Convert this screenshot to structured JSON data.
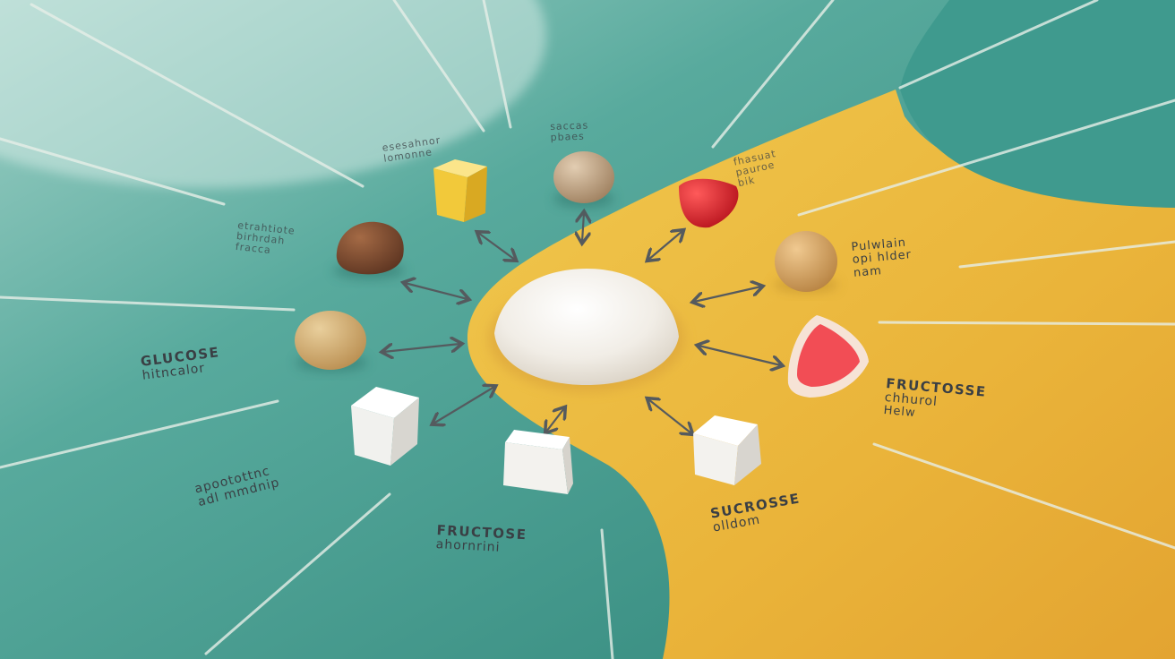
{
  "scene": {
    "colors": {
      "teal_background": "#3f9a8e",
      "teal_light": "#8cc7bd",
      "yellow_paper": "#eab43a",
      "ink": "#3a3f44"
    }
  },
  "labels": {
    "glucose": {
      "title": "GLUCOSE",
      "sub": "hitncalor"
    },
    "fructose_left": {
      "title": "FRUCTOSE",
      "sub": "ahornrini"
    },
    "fructose_right": {
      "title": "FRUCTOSSE",
      "sub": "chhurol",
      "sub2": "Helw"
    },
    "sucrose": {
      "title": "SUCROSSE",
      "sub": "olldom"
    },
    "bottom_left": {
      "title": "apootottnc",
      "sub": "adl mmdnip"
    },
    "upper_left": {
      "title": "etrahtiote",
      "sub": "birhrdah",
      "sub2": "fracca"
    },
    "right_middle": {
      "title": "Pulwlain",
      "sub": "opi hlder",
      "sub2": "nam"
    },
    "top_center": {
      "title": "saccas",
      "sub": "pbaes"
    },
    "top_left": {
      "title": "esesahnor",
      "sub": "lomonne"
    },
    "top_right": {
      "title": "fhasuat",
      "sub": "pauroe",
      "sub2": "bik"
    }
  },
  "objects": [
    "sugar-pile",
    "yellow-cube",
    "tan-ball-top",
    "brown-lump",
    "beige-ball",
    "white-cube-left",
    "white-cube-center",
    "white-cube-right",
    "red-fruit-top",
    "red-fruit-right",
    "tan-ball-right"
  ]
}
